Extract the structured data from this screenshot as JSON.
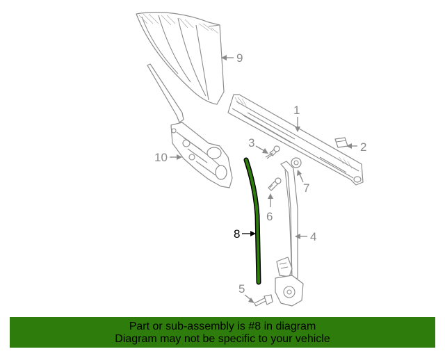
{
  "diagram": {
    "highlighted_part": "8",
    "highlight_color": "#2e7d0c",
    "callouts": {
      "c1": "1",
      "c2": "2",
      "c3": "3",
      "c4": "4",
      "c5": "5",
      "c6": "6",
      "c7": "7",
      "c8": "8",
      "c9": "9",
      "c10": "10"
    }
  },
  "footer": {
    "line1": "Part or sub-assembly is #8 in diagram",
    "line2": "Diagram may not be specific to your vehicle",
    "background": "#2e7d0c"
  }
}
